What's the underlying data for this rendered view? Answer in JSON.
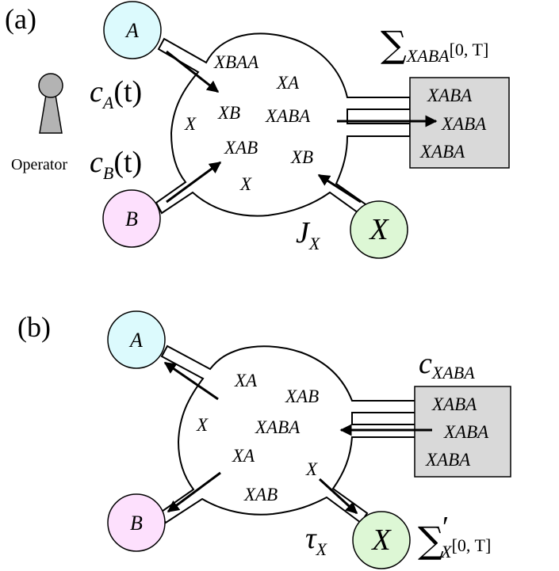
{
  "panel_a": {
    "label": "(a)",
    "node_a": "A",
    "node_b": "B",
    "node_x": "X",
    "rate_a": {
      "sym": "c",
      "sub": "A",
      "arg": "(t)"
    },
    "rate_b": {
      "sym": "c",
      "sub": "B",
      "arg": "(t)"
    },
    "flux_x": {
      "sym": "J",
      "sub": "X"
    },
    "sum_label": {
      "sym": "∑",
      "sub": "XABA",
      "range": "[0, T]"
    },
    "operator_label": "Operator",
    "chamber_species": [
      "XBAA",
      "XA",
      "XB",
      "XABA",
      "X",
      "XAB",
      "XB",
      "X"
    ],
    "product_box": [
      "XABA",
      "XABA",
      "XABA"
    ]
  },
  "panel_b": {
    "label": "(b)",
    "node_a": "A",
    "node_b": "B",
    "node_x": "X",
    "conc_label": {
      "sym": "c",
      "sub": "XABA"
    },
    "tau_label": {
      "sym": "τ",
      "sub": "X"
    },
    "sum_label": {
      "sym": "∑",
      "prime": "′",
      "sub": "X",
      "range": "[0, T]"
    },
    "chamber_species": [
      "XA",
      "XAB",
      "X",
      "XABA",
      "XA",
      "X",
      "XAB"
    ],
    "source_box": [
      "XABA",
      "XABA",
      "XABA"
    ]
  },
  "colors": {
    "node_a_fill": "#dcfafd",
    "node_b_fill": "#fde0fd",
    "node_x_fill": "#ddf7d5",
    "box_fill": "#d9d9d9",
    "operator_fill": "#b3b3b3"
  }
}
